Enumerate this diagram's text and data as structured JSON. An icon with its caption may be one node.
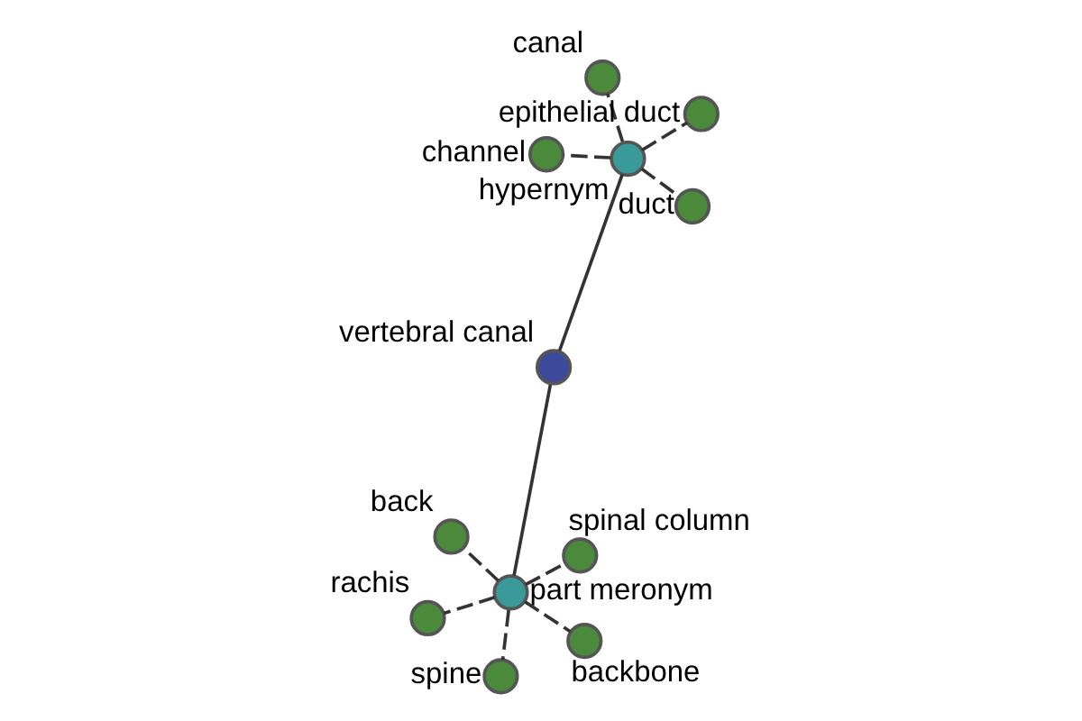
{
  "diagram": {
    "nodes": [
      {
        "text": [
          "vertebral canal"
        ]
      },
      {
        "text": [
          "hypernym"
        ]
      },
      {
        "text": [
          "duct"
        ]
      },
      {
        "text": [
          "canal"
        ]
      },
      {
        "text": [
          "epithelial duct"
        ]
      },
      {
        "text": [
          "channel"
        ]
      },
      {
        "text": [
          "part meronym"
        ]
      },
      {
        "text": [
          "backbone"
        ]
      },
      {
        "text": [
          "back"
        ]
      },
      {
        "text": [
          "spine"
        ]
      },
      {
        "text": [
          "spinal column"
        ]
      },
      {
        "text": [
          "rachis"
        ]
      }
    ],
    "edges": [
      {
        "from": 0,
        "to": 1,
        "arrow": "none"
      },
      {
        "from": 1,
        "to": 2,
        "arrow": "none",
        "style": "dashed"
      },
      {
        "from": 1,
        "to": 3,
        "arrow": "none",
        "style": "dashed"
      },
      {
        "from": 1,
        "to": 4,
        "arrow": "none",
        "style": "dashed"
      },
      {
        "from": 1,
        "to": 5,
        "arrow": "none",
        "style": "dashed"
      },
      {
        "from": 0,
        "to": 6,
        "arrow": "none"
      },
      {
        "from": 6,
        "to": 7,
        "arrow": "none",
        "style": "dashed"
      },
      {
        "from": 6,
        "to": 8,
        "arrow": "none",
        "style": "dashed"
      },
      {
        "from": 6,
        "to": 9,
        "arrow": "none",
        "style": "dashed"
      },
      {
        "from": 6,
        "to": 10,
        "arrow": "none",
        "style": "dashed"
      },
      {
        "from": 6,
        "to": 11,
        "arrow": "none",
        "style": "dashed"
      }
    ]
  }
}
